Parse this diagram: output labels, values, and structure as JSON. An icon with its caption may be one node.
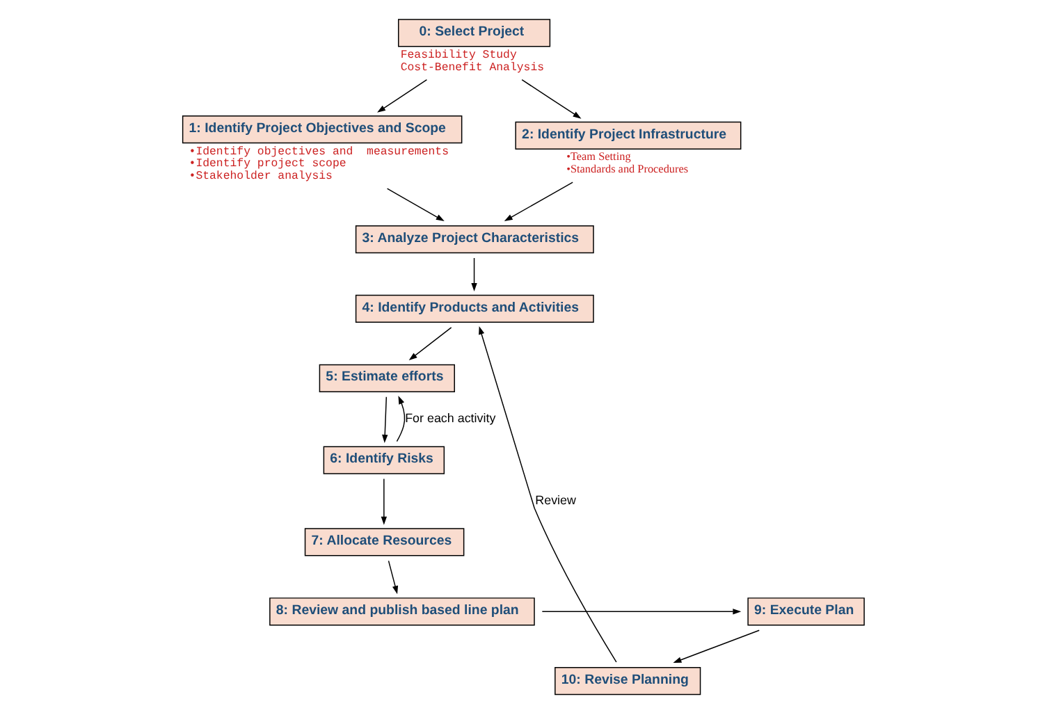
{
  "diagram": {
    "nodes": [
      {
        "text": [
          "0: Select Project"
        ],
        "beside": [
          "Feasibility Study",
          "Cost-Benefit Analysis"
        ]
      },
      {
        "text": [
          "1: Identify Project Objectives and Scope"
        ],
        "beside": [
          "•Identify objectives and  measurements",
          "•Identify project scope",
          "•Stakeholder analysis"
        ]
      },
      {
        "text": [
          "2: Identify Project Infrastructure"
        ],
        "beside": [
          "•Team Setting",
          "•Standards and Procedures"
        ]
      },
      {
        "text": [
          "3: Analyze Project Characteristics"
        ]
      },
      {
        "text": [
          "4: Identify Products and Activities"
        ]
      },
      {
        "text": [
          "5: Estimate efforts"
        ]
      },
      {
        "text": [
          "6: Identify Risks"
        ]
      },
      {
        "text": [
          "7: Allocate Resources"
        ]
      },
      {
        "text": [
          "8: Review and publish based line plan"
        ]
      },
      {
        "text": [
          "9: Execute Plan"
        ]
      },
      {
        "text": [
          "10: Revise Planning"
        ]
      }
    ],
    "edges": [
      {
        "from": 0,
        "to": 1,
        "arrow": "to"
      },
      {
        "from": 0,
        "to": 2,
        "arrow": "to"
      },
      {
        "from": 1,
        "to": 3,
        "arrow": "to"
      },
      {
        "from": 2,
        "to": 3,
        "arrow": "to"
      },
      {
        "from": 3,
        "to": 4,
        "arrow": "to"
      },
      {
        "from": 4,
        "to": 5,
        "arrow": "to"
      },
      {
        "from": 5,
        "to": 6,
        "arrow": "to"
      },
      {
        "from": 6,
        "to": 5,
        "arrow": "to",
        "label": "For each activity"
      },
      {
        "from": 6,
        "to": 7,
        "arrow": "to"
      },
      {
        "from": 7,
        "to": 8,
        "arrow": "to"
      },
      {
        "from": 8,
        "to": 9,
        "arrow": "to"
      },
      {
        "from": 9,
        "to": 10,
        "arrow": "to"
      },
      {
        "from": 10,
        "to": 4,
        "arrow": "to",
        "label": "Review"
      }
    ]
  }
}
